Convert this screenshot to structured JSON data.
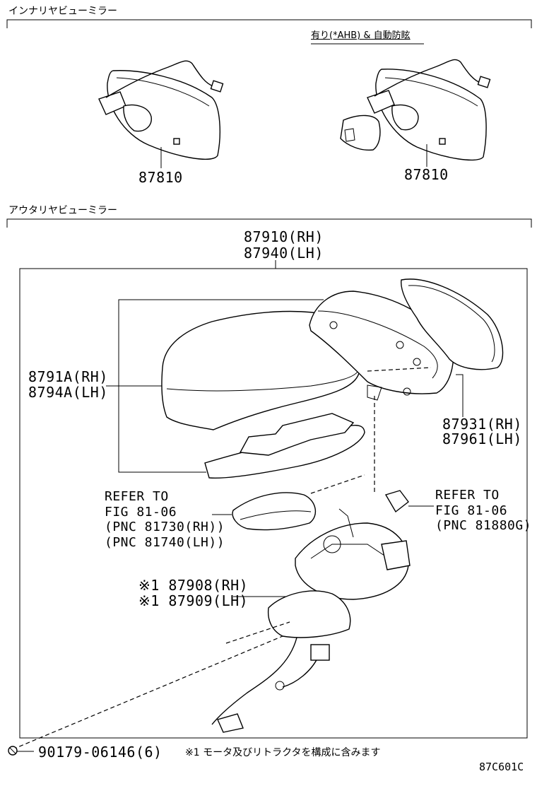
{
  "inner_section": {
    "header": "インナリヤビューミラー",
    "option_label": "有り(*AHB) & 自動防眩",
    "left_part": "87810",
    "right_part": "87810"
  },
  "outer_section": {
    "header": "アウタリヤビューミラー",
    "assembly_rh": "87910(RH)",
    "assembly_lh": "87940(LH)",
    "cover_rh": "8791A(RH)",
    "cover_lh": "8794A(LH)",
    "mirror_rh": "87931(RH)",
    "mirror_lh": "87961(LH)",
    "refer_left": [
      "REFER TO",
      "FIG 81-06",
      "(PNC 81730(RH))",
      "(PNC 81740(LH))"
    ],
    "refer_right": [
      "REFER TO",
      "FIG 81-06",
      "(PNC 81880G)"
    ],
    "motor_rh": "※1 87908(RH)",
    "motor_lh": "※1 87909(LH)",
    "screw": "90179-06146(6)",
    "note": "※1 モータ及びリトラクタを構成に含みます"
  },
  "figure_code": "87C601C"
}
